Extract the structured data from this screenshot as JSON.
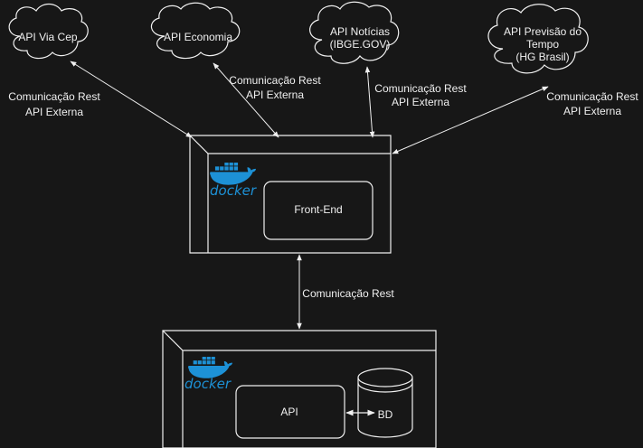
{
  "clouds": [
    {
      "id": "via-cep",
      "lines": [
        "API Via Cep"
      ]
    },
    {
      "id": "economia",
      "lines": [
        "API Economia"
      ]
    },
    {
      "id": "noticias",
      "lines": [
        "API Notícias",
        "(IBGE.GOV)"
      ]
    },
    {
      "id": "previsao",
      "lines": [
        "API Previsão do",
        "Tempo",
        "(HG Brasil)"
      ]
    }
  ],
  "edge_labels": {
    "via_cep": [
      "Comunicação Rest",
      "API Externa"
    ],
    "economia": [
      "Comunicação Rest",
      "API Externa"
    ],
    "noticias": [
      "Comunicação Rest",
      "API Externa"
    ],
    "previsao": [
      "Comunicação Rest",
      "API Externa"
    ],
    "internal": "Comunicação Rest"
  },
  "frontend": {
    "docker_logo": "docker",
    "box_label": "Front-End"
  },
  "backend": {
    "docker_logo": "docker",
    "api_label": "API",
    "db_label": "BD"
  },
  "colors": {
    "background": "#171717",
    "stroke": "#f0f0f0",
    "docker_blue": "#1d91d6"
  }
}
